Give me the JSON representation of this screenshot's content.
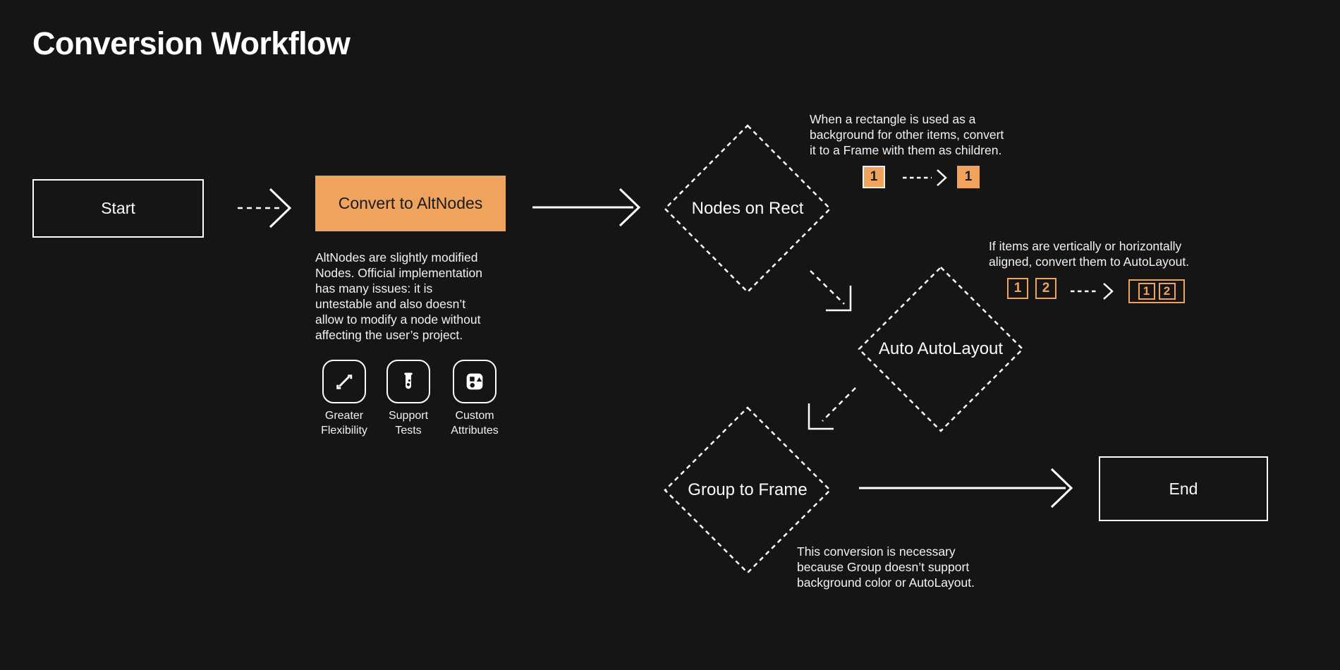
{
  "page": {
    "title": "Conversion Workflow",
    "background_color": "#151515",
    "accent_color": "#EFA35C"
  },
  "nodes": {
    "start": "Start",
    "convert": "Convert to AltNodes",
    "nodes_on_rect": "Nodes on Rect",
    "auto_autolayout": "Auto AutoLayout",
    "group_to_frame": "Group to Frame",
    "end": "End"
  },
  "convert_note": "AltNodes are slightly modified\nNodes. Official implementation\nhas many issues: it is\nuntestable and also doesn’t\nallow to modify a node without\naffecting the user’s project.",
  "features": [
    {
      "icon": "expand-arrows-icon",
      "label": "Greater\nFlexibility"
    },
    {
      "icon": "test-tube-icon",
      "label": "Support\nTests"
    },
    {
      "icon": "shapes-icon",
      "label": "Custom\nAttributes"
    }
  ],
  "annotations": {
    "rect_note": "When a rectangle is used as a\nbackground for other items, convert\nit to a Frame with them as children.",
    "rect_before": "1",
    "rect_after": "1",
    "autolayout_note": "If items are vertically or horizontally\naligned, convert them to AutoLayout.",
    "al_before_1": "1",
    "al_before_2": "2",
    "al_after_1": "1",
    "al_after_2": "2",
    "group_note": "This conversion is necessary\nbecause Group doesn’t support\nbackground color or AutoLayout."
  }
}
